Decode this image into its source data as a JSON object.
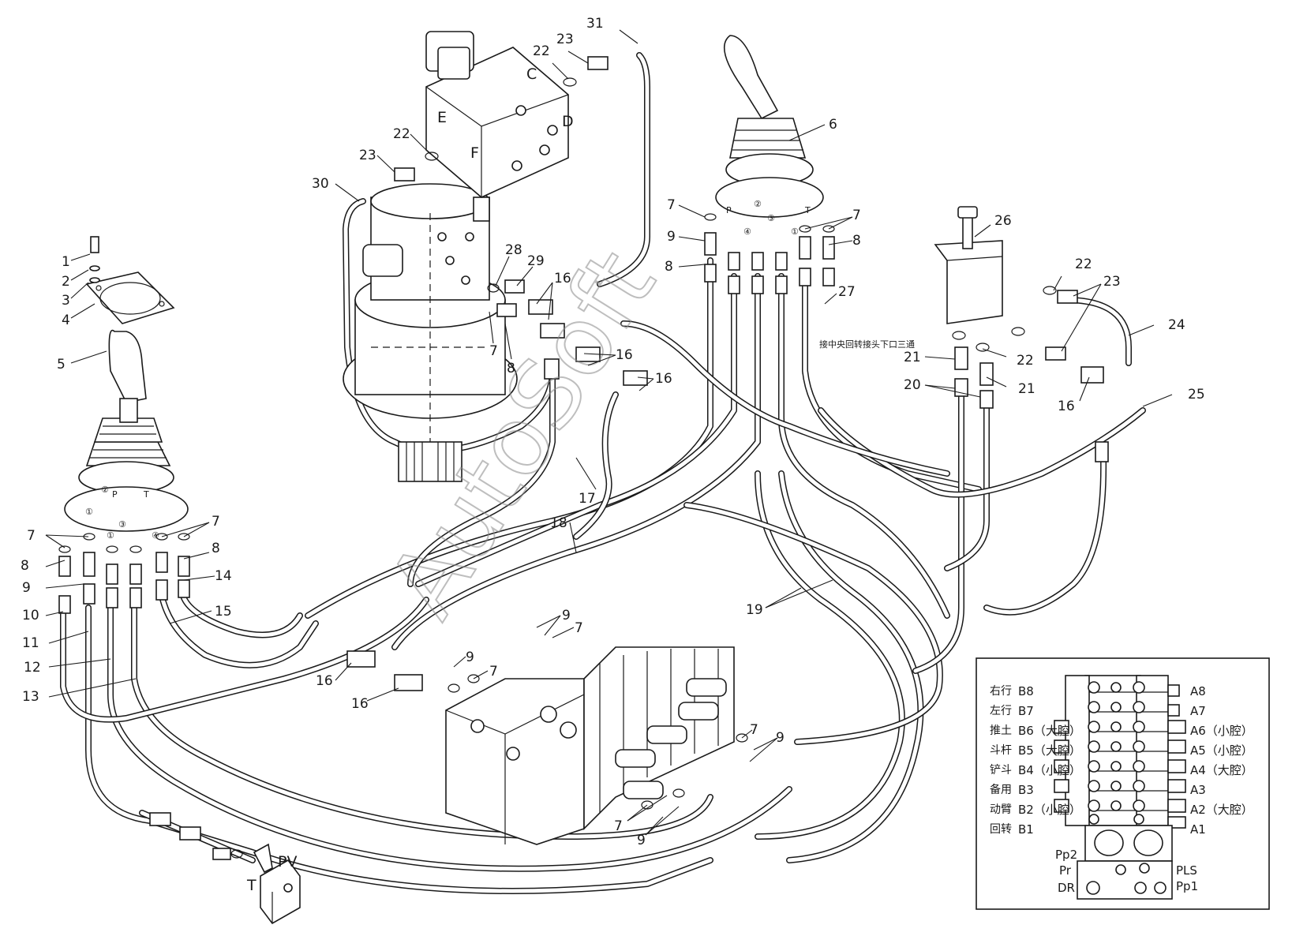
{
  "watermark": "AutoSoft",
  "part_numbers": {
    "n1": "1",
    "n2": "2",
    "n3": "3",
    "n4": "4",
    "n5": "5",
    "n6": "6",
    "n7": "7",
    "n8": "8",
    "n9": "9",
    "n10": "10",
    "n11": "11",
    "n12": "12",
    "n13": "13",
    "n14": "14",
    "n15": "15",
    "n16": "16",
    "n17": "17",
    "n18": "18",
    "n19": "19",
    "n20": "20",
    "n21": "21",
    "n22": "22",
    "n23": "23",
    "n24": "24",
    "n25": "25",
    "n26": "26",
    "n27": "27",
    "n28": "28",
    "n29": "29",
    "n30": "30",
    "n31": "31"
  },
  "valve_ports": {
    "c": "C",
    "d": "D",
    "e": "E",
    "f": "F",
    "p": "P",
    "t": "T",
    "pv": "PV"
  },
  "circled_ports": {
    "one": "①",
    "two": "②",
    "three": "③",
    "four": "④"
  },
  "pipe_note": "接中央回转接头下口三通",
  "legend": {
    "left": [
      {
        "name": "右行",
        "port": "B8"
      },
      {
        "name": "左行",
        "port": "B7"
      },
      {
        "name": "推土",
        "port": "B6（大腔）"
      },
      {
        "name": "斗杆",
        "port": "B5（大腔）"
      },
      {
        "name": "铲斗",
        "port": "B4（小腔）"
      },
      {
        "name": "备用",
        "port": "B3"
      },
      {
        "name": "动臂",
        "port": "B2（小腔）"
      },
      {
        "name": "回转",
        "port": "B1"
      }
    ],
    "right": [
      "A8",
      "A7",
      "A6（小腔）",
      "A5（小腔）",
      "A4（大腔）",
      "A3",
      "A2（大腔）",
      "A1"
    ],
    "bottom": {
      "pp2": "Pp2",
      "pr": "Pr",
      "dr": "DR",
      "pls": "PLS",
      "pp1": "Pp1"
    }
  }
}
